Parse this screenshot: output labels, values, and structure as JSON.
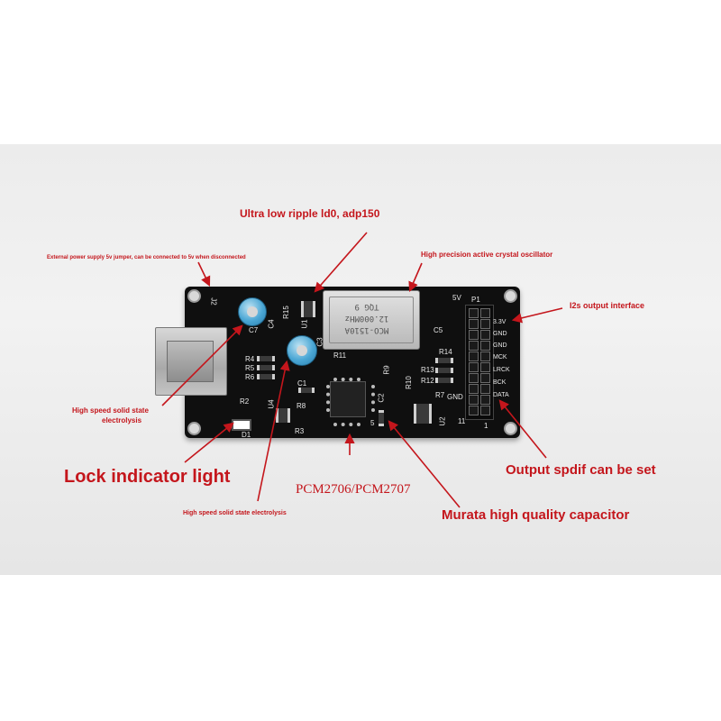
{
  "colors": {
    "callout": "#c4161c",
    "board": "#0f0f0f",
    "capacitor": "#4aa6d4"
  },
  "labels": {
    "ldo": "Ultra low ripple ld0, adp150",
    "oscillator": "High precision active crystal oscillator",
    "ext_power": "External power supply 5v jumper, can be connected to 5v when disconnected",
    "i2s": "I2s output interface",
    "electrolysis_1_line1": "High speed solid state",
    "electrolysis_1_line2": "electrolysis",
    "lock": "Lock indicator light",
    "chip": "PCM2706/PCM2707",
    "spdif": "Output spdif can be set",
    "murata": "Murata high quality capacitor",
    "electrolysis_2": "High speed solid state electrolysis"
  },
  "board": {
    "oscillator_lines": [
      "MCO-1510A",
      "12.000MHz",
      "TQG 9"
    ],
    "silkscreen": [
      "J2",
      "C7",
      "C4",
      "R15",
      "U1",
      "C3",
      "5V",
      "P1",
      "C5",
      "R4",
      "R5",
      "R6",
      "R11",
      "R9",
      "R10",
      "R14",
      "R13",
      "R12",
      "R7",
      "C1",
      "C2",
      "R2",
      "U4",
      "R8",
      "R3",
      "D1",
      "U2",
      "5",
      "11",
      "1"
    ],
    "pins": [
      "3.3V",
      "GND",
      "GND",
      "MCK",
      "LRCK",
      "BCK",
      "DATA"
    ],
    "gnd_left": "GND"
  }
}
